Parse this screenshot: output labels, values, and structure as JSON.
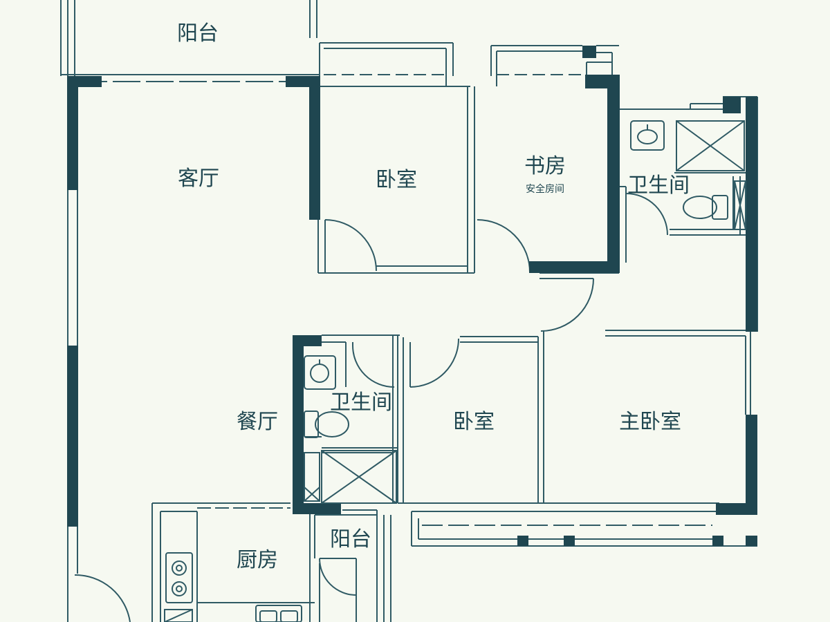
{
  "colors": {
    "background": "#f6f9f1",
    "wall": "#1f4650",
    "line": "#2f5a64"
  },
  "rooms": {
    "balcony_top": "阳台",
    "living_room": "客厅",
    "bedroom_north": "卧室",
    "study": "书房",
    "study_note": "安全房间",
    "bathroom_east": "卫生间",
    "dining_room": "餐厅",
    "bathroom_center": "卫生间",
    "bedroom_south": "卧室",
    "master_bedroom": "主卧室",
    "kitchen": "厨房",
    "balcony_small": "阳台"
  },
  "icons": {
    "sink": "sink-icon",
    "toilet": "toilet-icon",
    "shower": "shower-icon",
    "stove": "stove-icon",
    "kitchen_sink": "kitchen-sink-icon"
  }
}
